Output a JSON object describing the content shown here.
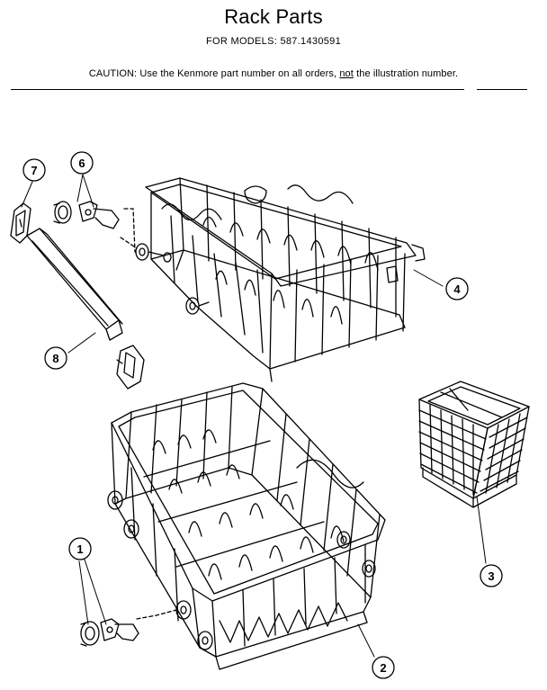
{
  "header": {
    "title": "Rack Parts",
    "models_label": "FOR MODELS:",
    "models_value": "587.1430591",
    "caution_prefix": "CAUTION:  Use the Kenmore part number on all orders, ",
    "caution_emphasis": "not",
    "caution_suffix": " the illustration number."
  },
  "callouts": [
    {
      "id": "7",
      "label": "7"
    },
    {
      "id": "6",
      "label": "6"
    },
    {
      "id": "4",
      "label": "4"
    },
    {
      "id": "8",
      "label": "8"
    },
    {
      "id": "3",
      "label": "3"
    },
    {
      "id": "1",
      "label": "1"
    },
    {
      "id": "2",
      "label": "2"
    }
  ],
  "parts": [
    {
      "id": "1",
      "icon": "roller-wheel-icon"
    },
    {
      "id": "2",
      "icon": "lower-rack-icon"
    },
    {
      "id": "3",
      "icon": "silverware-basket-icon"
    },
    {
      "id": "4",
      "icon": "upper-rack-icon"
    },
    {
      "id": "6",
      "icon": "roller-axle-icon"
    },
    {
      "id": "7",
      "icon": "rail-end-cap-icon"
    },
    {
      "id": "8",
      "icon": "track-rail-icon"
    }
  ]
}
